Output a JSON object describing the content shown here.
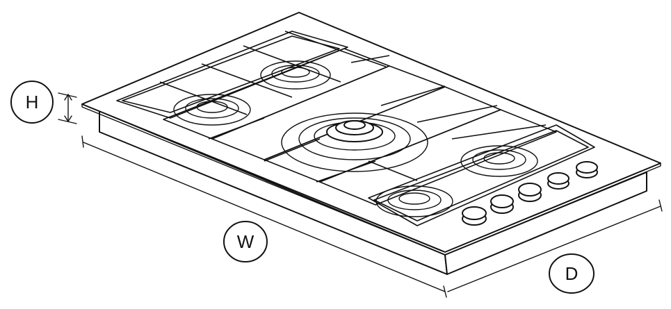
{
  "labels": {
    "height": "H",
    "width": "W",
    "depth": "D"
  }
}
